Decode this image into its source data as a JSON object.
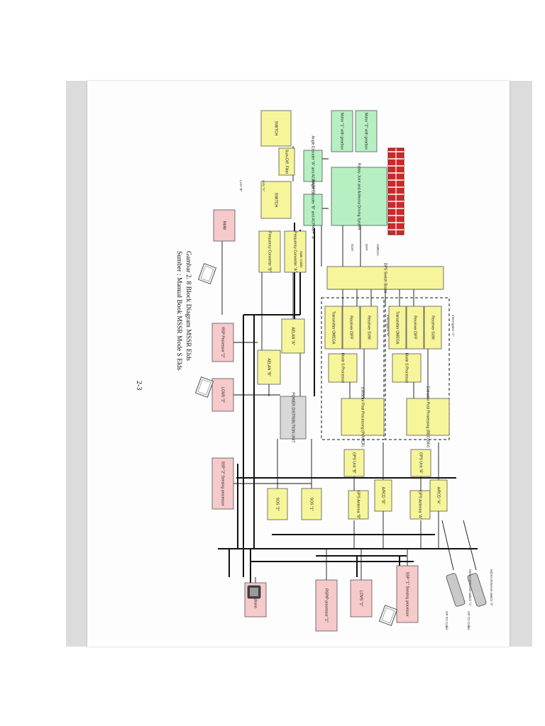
{
  "document": {
    "caption_line1": "Gambar 2. 8 Block Diagram MSSR Elds",
    "caption_line2": "Sumber : Manual Book MSSR Mode S Elds",
    "page_number": "2-3"
  },
  "colors": {
    "yellow": "#f6f59a",
    "green": "#b6f0c2",
    "pink": "#f6c9cb",
    "gray": "#d8d8d8",
    "red": "#cc2a2a",
    "line": "#111111"
  },
  "blocks": {
    "switch_1": "SWITCH",
    "sum_diff_filter": "Sum-Diff. Filter",
    "switch_2": "SWITCH",
    "motor_1": "Motor \"1\" with gearbox",
    "motor_2": "Motor \"2\" with gearbox",
    "angle_encoder_a": "Angle Encoder \"A\" and ACP/ARP \"B\"",
    "rotary_joint": "Rotary Joint and Antenna Driving System",
    "angle_encoder_b": "Angle Encoder \"B\" and ACP/ARP \"A\"",
    "freq_conv_a": "Frequency Converter \"A\"",
    "freq_conv_b": "Frequency Converter \"B\"",
    "rmm": "RMM",
    "dps_switch": "DPS Switch Board",
    "interrogator_a": "Interrogator \"A\"",
    "interrogator_b": "Interrogator \"B\"",
    "receiver_a_sum": "Receiver SUM",
    "receiver_a_diff": "Receiver DIFF",
    "transmitter_a": "Transmitter OMEGA",
    "rx_b_sum": "Receiver SUM",
    "rx_b_diff": "Receiver DIFF",
    "tx_b": "Transmitter OMEGA",
    "aelan_a": "AELAN \"A\"",
    "aelan_b": "AELAN \"B\"",
    "mode_s_a": "Mode S Processor",
    "mode_s_b": "Mode S Processor",
    "extractor_a": "Extractor Post Processing (RECONV)",
    "extractor_b": "Extractor Post Processing (POWER)",
    "power_dist": "POWER DISTRIBUTION UNIT",
    "rsp_processor_2": "RSP Processor \"2\"",
    "lcms_2": "LCMS \"2\"",
    "ssp_2": "SSP \"2\" Sensing processor",
    "gps_a": "GPS Unit \"A\"",
    "gps_b": "GPS Unit \"B\"",
    "gps_ant_a": "GPS Antenna \"A\"",
    "gps_ant_b": "GPS Antenna \"B\"",
    "arcd_a": "A/RCD \"A\"",
    "arcd_b": "A/RCD \"B\"",
    "sos_1": "SOS \"1\"",
    "sos_2": "SOS \"2\"",
    "moxa_1": "MOXA Ethernet switch \"1\"",
    "moxa_2": "MOXA Ethernet switch \"2\"",
    "op_to_cable_1": "OP TO Cable",
    "op_to_cable_2": "OP TO Cable",
    "ssp_1": "SSP \"1\" Sensing processor",
    "lcms_1": "LCMS \"1\"",
    "rsp_processor_1": "RSP/P processor \"1\"",
    "sip_phone": "SIP phone"
  },
  "labels": {
    "lan_a": "LAN \"A\"",
    "lan_b": "LAN \"B\"",
    "optic_cable": "Optic Cable",
    "sum": "SUM",
    "diff": "DIFF",
    "omega": "OMEGA"
  }
}
